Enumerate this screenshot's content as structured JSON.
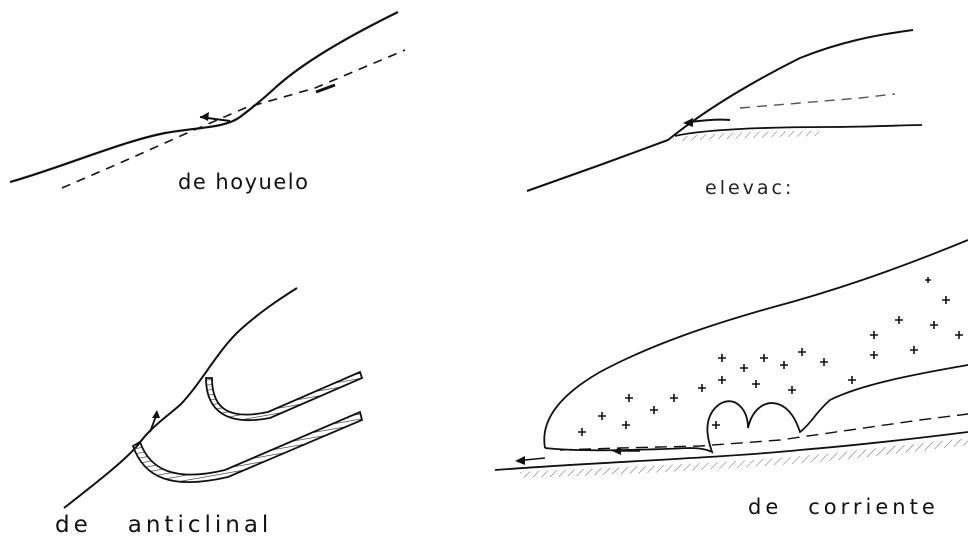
{
  "panels": [
    {
      "id": "hoyuelo",
      "label": "de hoyuelo"
    },
    {
      "id": "elevada",
      "label": "elevac:"
    },
    {
      "id": "anticlinal",
      "label_words": [
        "de",
        "anticlinal"
      ]
    },
    {
      "id": "corriente",
      "label_words": [
        "de",
        "corriente"
      ]
    }
  ],
  "colors": {
    "ink": "#111111",
    "hatch": "#777777"
  }
}
